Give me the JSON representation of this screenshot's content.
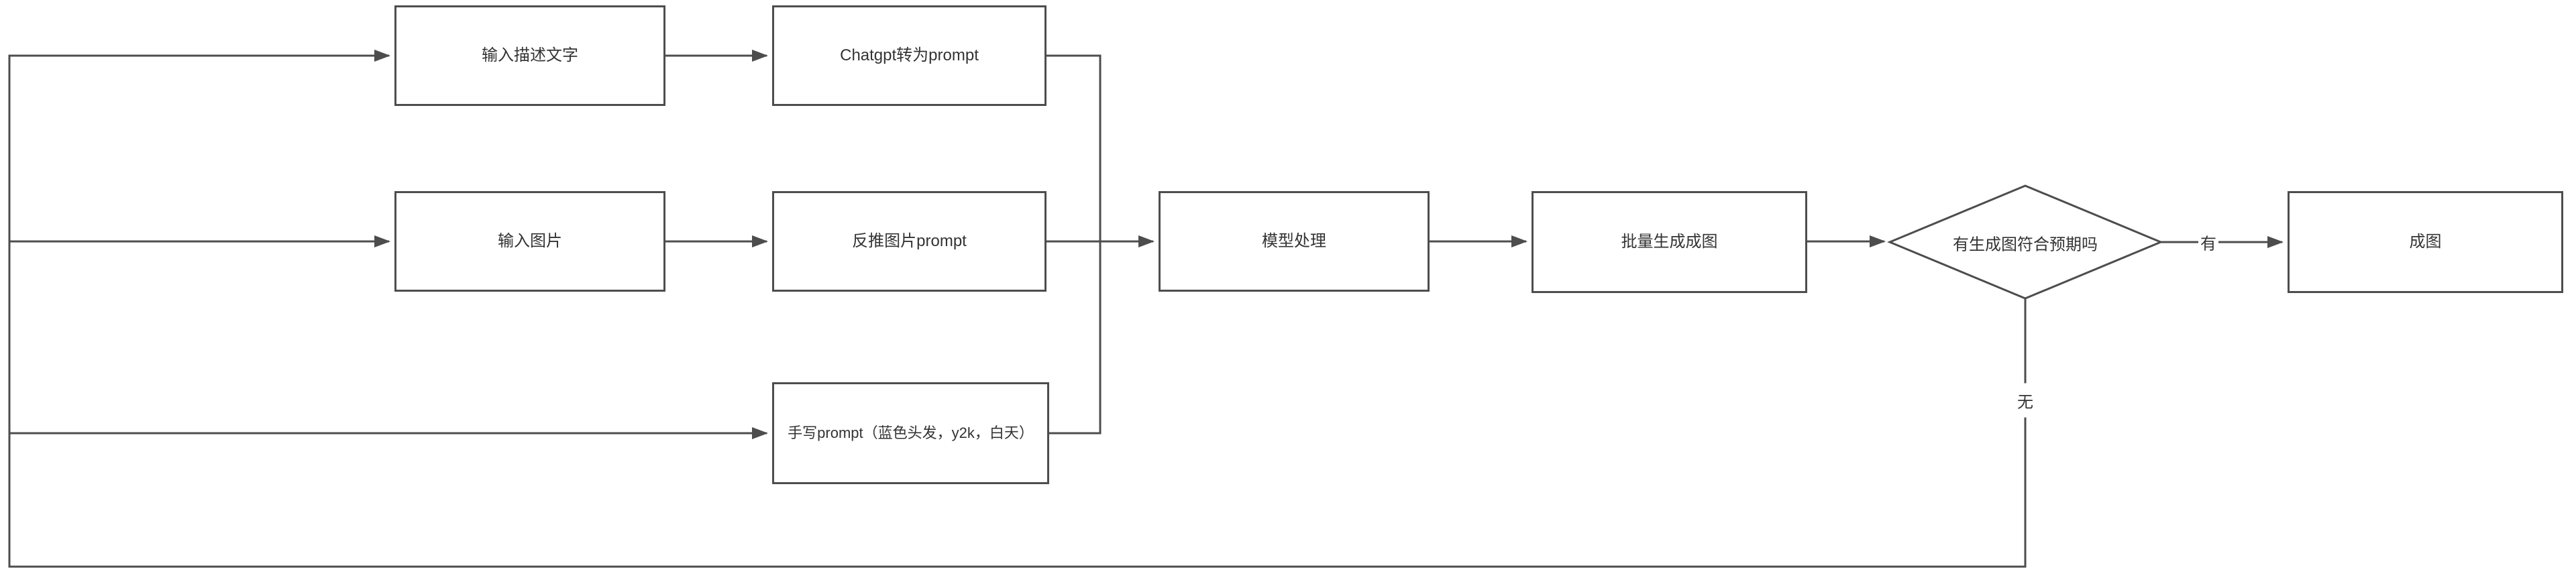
{
  "diagram": {
    "type": "flowchart",
    "colors": {
      "line": "#4d4d4d",
      "node_border": "#4d4d4d",
      "node_fill": "#ffffff",
      "text": "#333333",
      "background": "#ffffff"
    },
    "nodes": {
      "input_text": {
        "label": "输入描述文字",
        "shape": "rect"
      },
      "chatgpt_to_prompt": {
        "label": "Chatgpt转为prompt",
        "shape": "rect"
      },
      "input_image": {
        "label": "输入图片",
        "shape": "rect"
      },
      "reverse_image_prompt": {
        "label": "反推图片prompt",
        "shape": "rect"
      },
      "handwritten_prompt": {
        "label": "手写prompt（蓝色头发，y2k，白天）",
        "shape": "rect"
      },
      "model_processing": {
        "label": "模型处理",
        "shape": "rect"
      },
      "batch_generate": {
        "label": "批量生成成图",
        "shape": "rect"
      },
      "decision": {
        "label": "有生成图符合预期吗",
        "shape": "diamond"
      },
      "final_image": {
        "label": "成图",
        "shape": "rect"
      }
    },
    "edge_labels": {
      "yes": "有",
      "no": "无"
    },
    "edges": [
      {
        "from": "feedback_loop",
        "to": "input_text",
        "label": ""
      },
      {
        "from": "feedback_loop",
        "to": "input_image",
        "label": ""
      },
      {
        "from": "feedback_loop",
        "to": "handwritten_prompt",
        "label": ""
      },
      {
        "from": "input_text",
        "to": "chatgpt_to_prompt",
        "label": ""
      },
      {
        "from": "input_image",
        "to": "reverse_image_prompt",
        "label": ""
      },
      {
        "from": "chatgpt_to_prompt",
        "to": "model_processing",
        "label": ""
      },
      {
        "from": "reverse_image_prompt",
        "to": "model_processing",
        "label": ""
      },
      {
        "from": "handwritten_prompt",
        "to": "model_processing",
        "label": ""
      },
      {
        "from": "model_processing",
        "to": "batch_generate",
        "label": ""
      },
      {
        "from": "batch_generate",
        "to": "decision",
        "label": ""
      },
      {
        "from": "decision",
        "to": "final_image",
        "label": "有"
      },
      {
        "from": "decision",
        "to": "feedback_loop",
        "label": "无"
      }
    ]
  }
}
